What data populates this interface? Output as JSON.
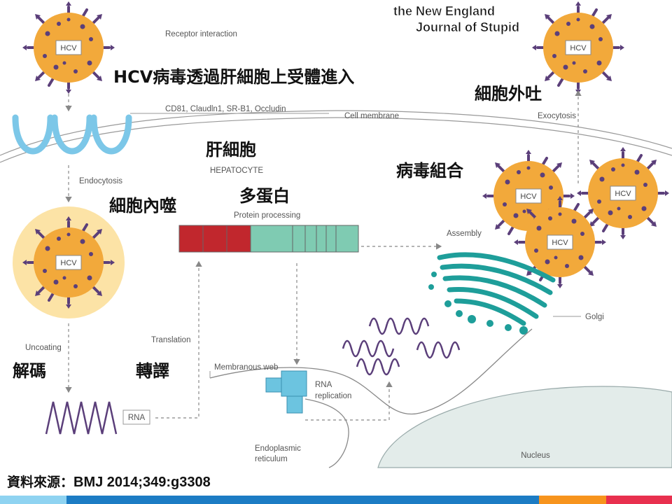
{
  "journal": {
    "line1": "the New England",
    "line2": "Journal of Stupid"
  },
  "virion_label": "HCV",
  "labels_en": {
    "receptor_interaction": "Receptor interaction",
    "receptors": "CD81, Claudln1, SR-B1, Occludin",
    "cell_membrane": "Cell membrane",
    "exocytosis": "Exocytosis",
    "endocytosis": "Endocytosis",
    "hepatocyte": "HEPATOCYTE",
    "protein_processing": "Protein processing",
    "assembly": "Assembly",
    "golgi": "Golgi",
    "uncoating": "Uncoating",
    "translation": "Translation",
    "membranous_web": "Membranous web",
    "rna_replication_1": "RNA",
    "rna_replication_2": "replication",
    "rna": "RNA",
    "er_1": "Endoplasmic",
    "er_2": "reticulum",
    "nucleus": "Nucleus"
  },
  "labels_zh": {
    "entry": "HCV病毒透過肝細胞上受體進入",
    "exocytosis": "細胞外吐",
    "hepatocyte": "肝細胞",
    "assembly": "病毒組合",
    "endocytosis": "細胞內噬",
    "polyprotein": "多蛋白",
    "uncoating": "解碼",
    "translation": "轉譯"
  },
  "source": {
    "prefix": "資料來源：",
    "citation": "BMJ 2014;349:g3308"
  },
  "colors": {
    "virion": "#F2A93B",
    "spike": "#5B3F7A",
    "clathrin": "#7CC7E8",
    "polyprotein_red": "#C1272D",
    "polyprotein_teal": "#7FCBB2",
    "golgi": "#1E9E9A",
    "membranous_web": "#6CC4E0",
    "rna": "#5B3F7A",
    "nucleus": "#E3ECEA",
    "footer": [
      "#8FD3F1",
      "#1C7CC4",
      "#F7941D",
      "#E8304E"
    ]
  }
}
